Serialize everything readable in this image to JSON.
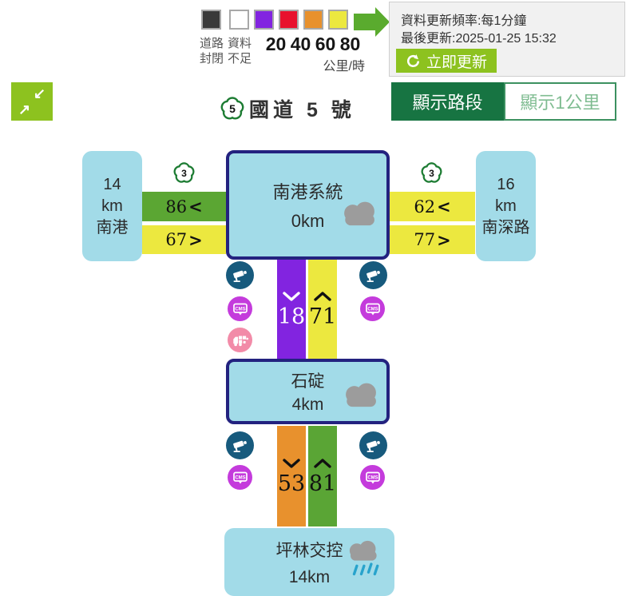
{
  "colors": {
    "accent_green": "#8dc21f",
    "button_dark_green": "#177442",
    "node_blue": "#a2dbe8",
    "junction_border_navy": "#23227f",
    "speed_purple": "#8224e0",
    "speed_red": "#e8112d",
    "speed_orange": "#e8912d",
    "speed_yellow": "#ece83f",
    "speed_green": "#5ba633",
    "road_closed_black": "#3a3a3a",
    "cctv_circle": "#175a7d",
    "cms_circle": "#c43bdc",
    "truck_circle": "#f28ba8",
    "cloud_gray": "#9c9c9c",
    "rain_blue": "#28a3cc"
  },
  "icons": {
    "legend_arrow": "green-arrow-right",
    "collapse": "collapse-diagonal-arrows",
    "refresh": "circular-refresh-arrow",
    "route_shield": "plum-blossom-highway-shield",
    "cctv": "surveillance-camera",
    "cms": "changeable-message-sign-bubble",
    "truck": "truck-with-cargo",
    "cloudy": "gray-cloud",
    "rainy": "rain-cloud"
  },
  "legend": {
    "closed": {
      "line1": "道路",
      "line2": "封閉"
    },
    "nodata": {
      "line1": "資料",
      "line2": "不足"
    },
    "ticks": [
      "20",
      "40",
      "60",
      "80"
    ],
    "unit": "公里/時"
  },
  "update_panel": {
    "frequency": "資料更新頻率:每1分鐘",
    "last_update": "最後更新:2025-01-25 15:32",
    "refresh_label": "立即更新"
  },
  "toggle": {
    "segments": "顯示路段",
    "per_km": "顯示1公里"
  },
  "title": {
    "shield": "5",
    "label": "國道 5 號"
  },
  "diagram": {
    "left_end": {
      "line1": "14",
      "line2": "km",
      "line3": "南港"
    },
    "right_end": {
      "line1": "16",
      "line2": "km",
      "line3": "南深路"
    },
    "left_branch": {
      "shield": "3",
      "bar1": {
        "speed": "86",
        "dir": "<"
      },
      "bar2": {
        "speed": "67",
        "dir": ">"
      }
    },
    "right_branch": {
      "shield": "3",
      "bar1": {
        "speed": "62",
        "dir": "<"
      },
      "bar2": {
        "speed": "77",
        "dir": ">"
      }
    },
    "node1": {
      "name": "南港系統",
      "km": "0km",
      "weather": "cloudy"
    },
    "node2": {
      "name": "石碇",
      "km": "4km",
      "weather": "cloudy"
    },
    "node3": {
      "name": "坪林交控",
      "km": "14km",
      "weather": "rainy"
    },
    "seg1": {
      "down": "18",
      "up": "71"
    },
    "seg2": {
      "down": "53",
      "up": "81"
    },
    "cms_text": "CMS"
  }
}
